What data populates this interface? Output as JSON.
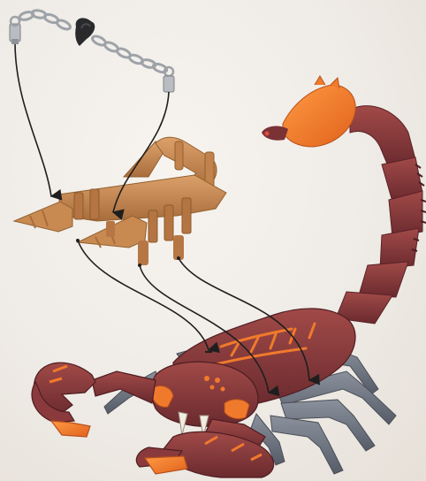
{
  "scene": {
    "background": "#efebe6",
    "colors": {
      "body_maroon": "#8a3a3c",
      "body_dark": "#6a2a2e",
      "accent_orange": "#f07a2c",
      "legs_gray": "#6f7683",
      "weapon_tan": "#c98a52",
      "weapon_dark": "#a86d3c",
      "chain_silver": "#a7abb0",
      "arrow_black": "#222222"
    },
    "icons": [
      "chain-icon",
      "cannon-weapon",
      "scorpion-figure",
      "assembly-arrow"
    ]
  }
}
